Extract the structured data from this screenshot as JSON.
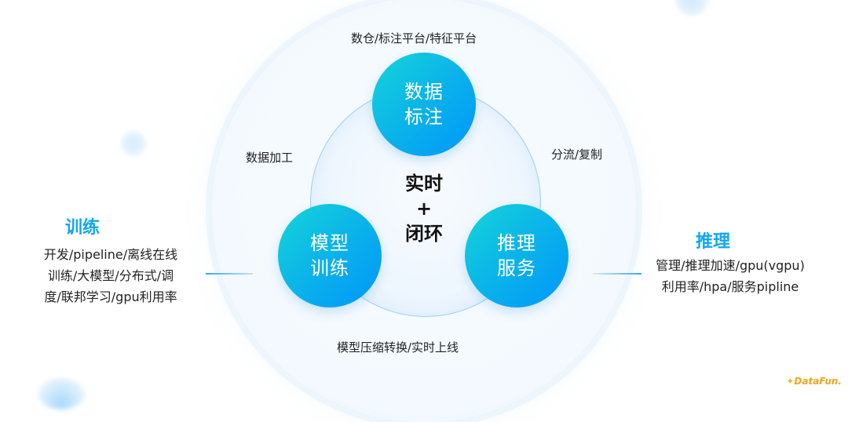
{
  "diagram": {
    "center": {
      "line1": "实时",
      "line2": "+",
      "line3": "闭环"
    },
    "nodes": [
      {
        "id": "data-annotation",
        "line1": "数据",
        "line2": "标注"
      },
      {
        "id": "model-training",
        "line1": "模型",
        "line2": "训练"
      },
      {
        "id": "inference-service",
        "line1": "推理",
        "line2": "服务"
      }
    ],
    "edge_labels": {
      "top": "数仓/标注平台/特征平台",
      "left": "数据加工",
      "right": "分流/复制",
      "bottom": "模型压缩转换/实时上线"
    }
  },
  "training": {
    "title": "训练",
    "lines": [
      "开发/pipeline/离线在线",
      "训练/大模型/分布式/调",
      "度/联邦学习/gpu利用率"
    ]
  },
  "inference": {
    "title": "推理",
    "lines": [
      "管理/推理加速/gpu(vgpu)",
      "利用率/hpa/服务pipline"
    ]
  },
  "logo": {
    "text": "DataFun."
  },
  "colors": {
    "node_gradient_start": "#14d6d8",
    "node_gradient_end": "#0096fb",
    "accent_title": "#10a7f0",
    "logo": "#f7a21b"
  }
}
